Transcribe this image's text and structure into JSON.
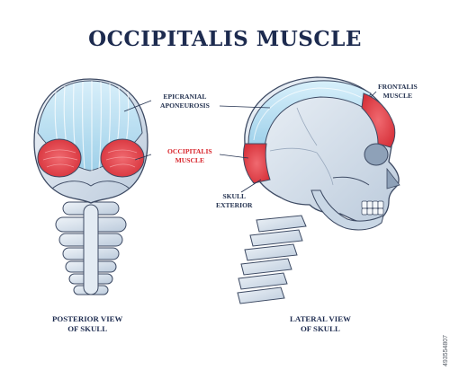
{
  "diagram": {
    "title": "OCCIPITALIS MUSCLE",
    "labels": {
      "epicranial_aponeurosis": [
        "EPICRANIAL",
        "APONEUROSIS"
      ],
      "occipitalis_muscle": [
        "OCCIPITALIS",
        "MUSCLE"
      ],
      "frontalis_muscle": [
        "FRONTALIS",
        "MUSCLE"
      ],
      "skull_exterior": [
        "SKULL",
        "EXTERIOR"
      ]
    },
    "captions": {
      "posterior": [
        "POSTERIOR VIEW",
        "OF SKULL"
      ],
      "lateral": [
        "LATERAL VIEW",
        "OF SKULL"
      ]
    },
    "stock_id": "493554807",
    "colors": {
      "title": "#1d2b4f",
      "label": "#23314f",
      "muscle_label": "#d8232a",
      "muscle": "#e1434b",
      "aponeurosis": "#bfe3f4",
      "bone": "#d5e1ed",
      "outline": "#3d4a63"
    }
  }
}
